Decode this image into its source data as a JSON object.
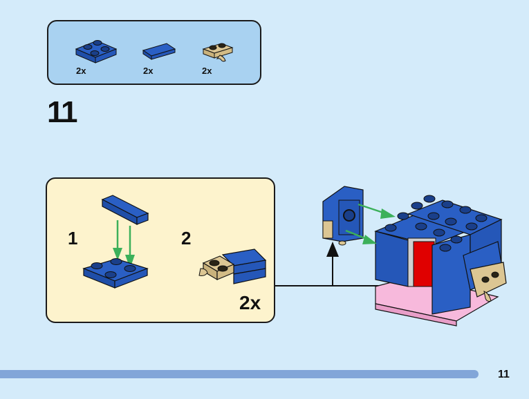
{
  "page": {
    "number": "11",
    "background_color": "#d4ebfa",
    "footer_bar_color": "#82a6d8"
  },
  "parts_list": {
    "background_color": "#a9d2f1",
    "items": [
      {
        "name": "blue 2x2 plate",
        "color": "#2a5fc4",
        "quantity": "2x"
      },
      {
        "name": "blue 1x2 tile",
        "color": "#2a5fc4",
        "quantity": "2x"
      },
      {
        "name": "tan 1x2 plate with clip",
        "color": "#dcc693",
        "quantity": "2x"
      }
    ]
  },
  "step": {
    "number": "11",
    "sub_assembly": {
      "background_color": "#fdf3cd",
      "substeps": [
        {
          "label": "1"
        },
        {
          "label": "2"
        }
      ],
      "multiplier": "2x"
    },
    "arrow_color": "#3cb05a"
  }
}
